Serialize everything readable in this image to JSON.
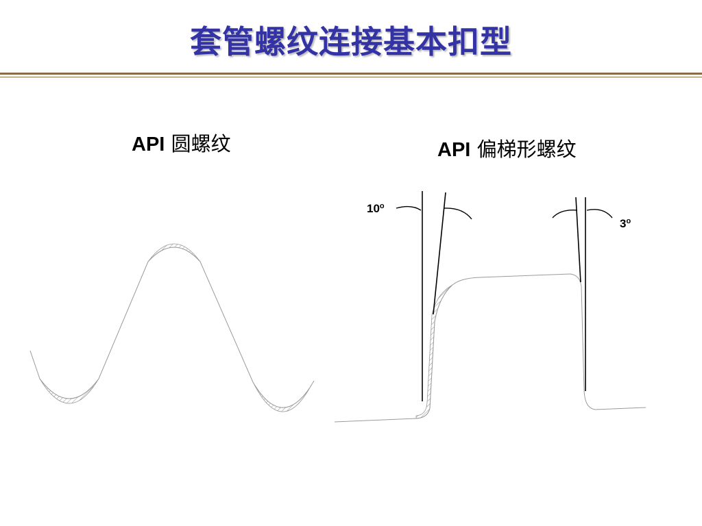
{
  "slide": {
    "title": "套管螺纹连接基本扣型"
  },
  "round_thread": {
    "api": "API",
    "name": "圆螺纹"
  },
  "buttress_thread": {
    "api": "API",
    "name": "偏梯形螺纹",
    "angle_left": {
      "value": "10",
      "unit": "o"
    },
    "angle_right": {
      "value": "3",
      "unit": "o"
    }
  },
  "colors": {
    "title": "#3333a6",
    "rule": "#8a6d43",
    "profile_line": "#9a9a9a",
    "hatch": "#8f8f8f",
    "guide_line": "#000000"
  }
}
